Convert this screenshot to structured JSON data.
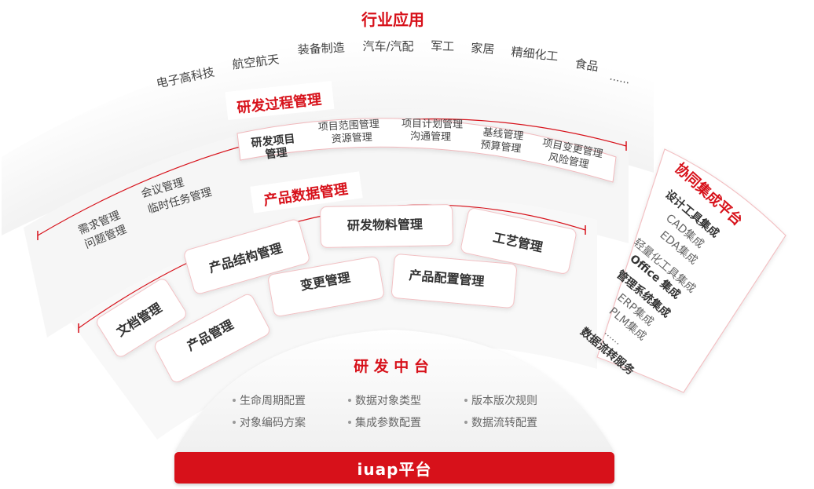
{
  "industry": {
    "title": "行业应用",
    "items": [
      "电子高科技",
      "航空航天",
      "装备制造",
      "汽车/汽配",
      "军工",
      "家居",
      "精细化工",
      "食品",
      "……"
    ]
  },
  "rd_process": {
    "title": "研发过程管理",
    "left_items": [
      "需求管理",
      "问题管理",
      "会议管理",
      "临时任务管理"
    ],
    "project_box": {
      "label_line1": "研发项目",
      "label_line2": "管理",
      "groups": [
        [
          "项目范围管理",
          "资源管理"
        ],
        [
          "项目计划管理",
          "沟通管理"
        ],
        [
          "基线管理",
          "预算管理"
        ],
        [
          "项目变更管理",
          "风险管理"
        ]
      ]
    }
  },
  "product_data": {
    "title": "产品数据管理",
    "cards": [
      "文档管理",
      "产品结构管理",
      "研发物料管理",
      "工艺管理",
      "产品管理",
      "变更管理",
      "产品配置管理"
    ]
  },
  "rd_platform": {
    "title": "研 发 中 台",
    "items": [
      "生命周期配置",
      "数据对象类型",
      "版本版次规则",
      "对象编码方案",
      "集成参数配置",
      "数据流转配置"
    ]
  },
  "collab": {
    "title": "协同集成平台",
    "items": [
      "设计工具集成",
      "CAD集成",
      "EDA集成",
      "轻量化工具集成",
      "Office 集成",
      "管理系统集成",
      "ERP集成",
      "PLM集成",
      "……",
      "数据流转服务"
    ]
  },
  "base": {
    "label": "iuap平台"
  },
  "colors": {
    "accent": "#d7111a",
    "text": "#333333",
    "muted": "#666666"
  }
}
